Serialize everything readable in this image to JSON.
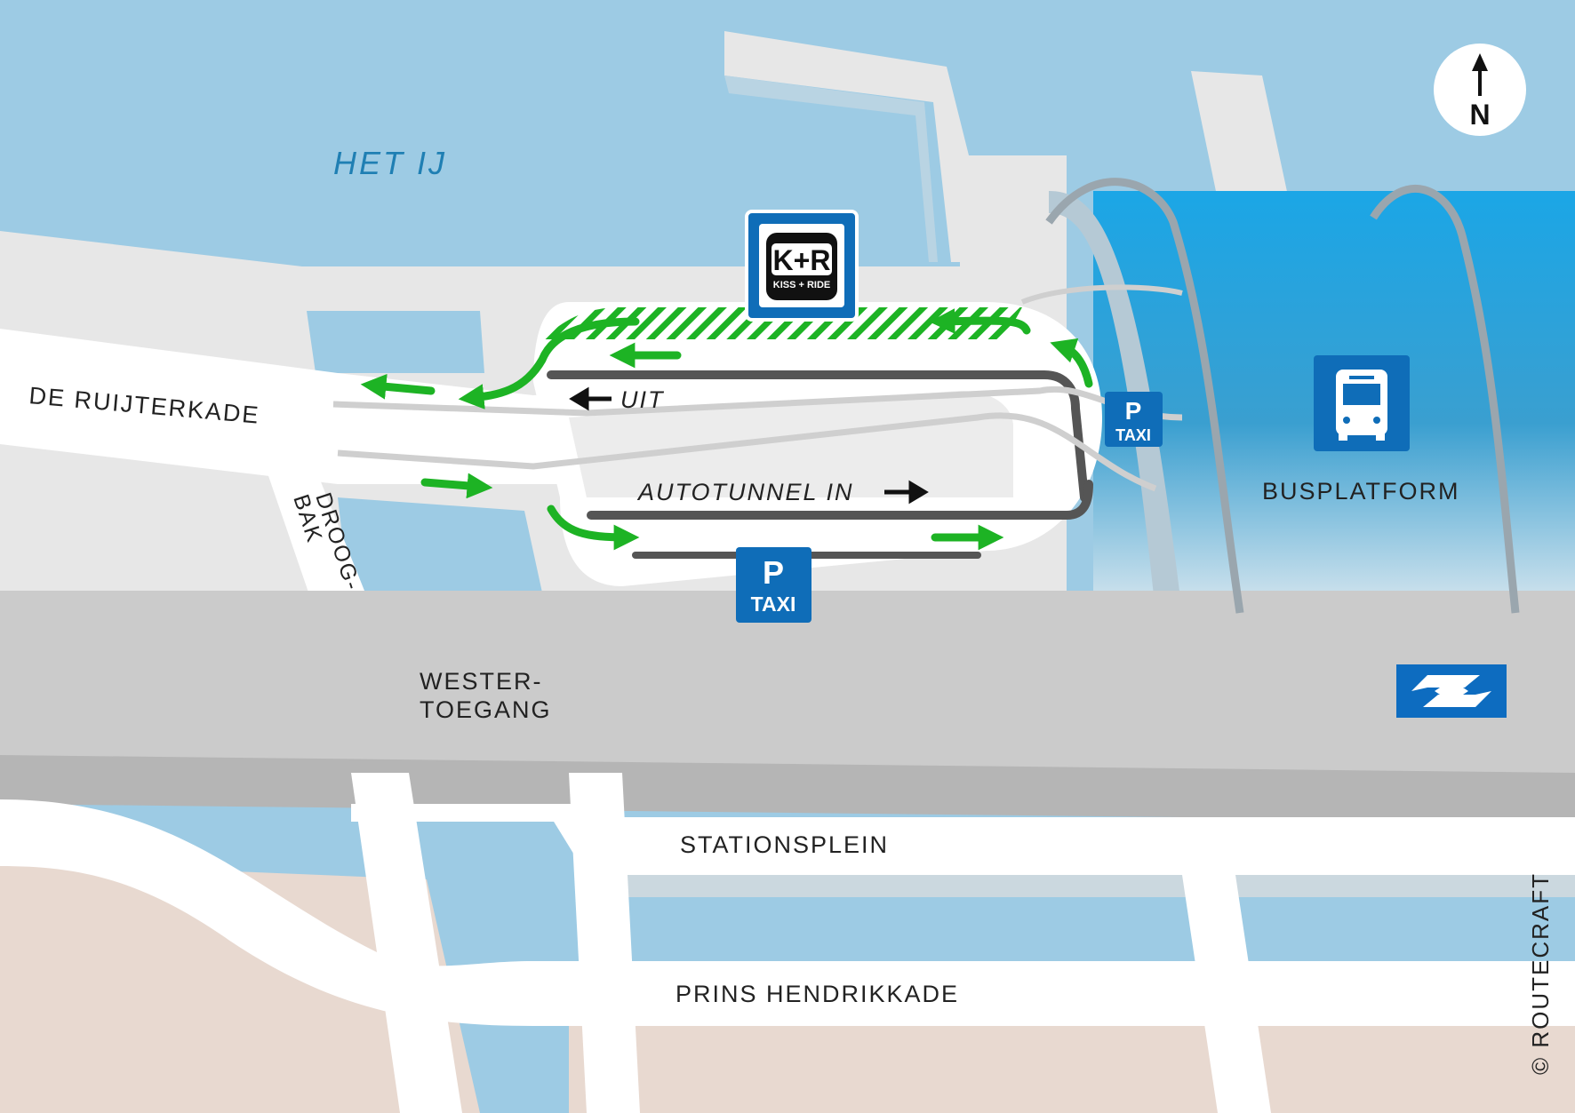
{
  "labels": {
    "water": "HET IJ",
    "ruijterkade": "DE RUIJTERKADE",
    "droogbak_1": "DROOG-",
    "droogbak_2": "BAK",
    "exit": "UIT",
    "tunnel_in": "AUTOTUNNEL IN",
    "bus_platform": "BUSPLATFORM",
    "westertoegang_1": "WESTER-",
    "westertoegang_2": "TOEGANG",
    "stationsplein": "STATIONSPLEIN",
    "prins_hendrikkade": "PRINS HENDRIKKADE",
    "copyright": "© ROUTECRAFT"
  },
  "signs": {
    "kiss_ride": {
      "main": "K+R",
      "sub": "KISS + RIDE"
    },
    "taxi_large": {
      "letter": "P",
      "text": "TAXI"
    },
    "taxi_small": {
      "letter": "P",
      "text": "TAXI"
    },
    "compass": "N"
  },
  "icons": [
    "kiss-ride-sign-icon",
    "taxi-parking-icon",
    "bus-icon",
    "ns-logo-icon",
    "north-arrow-icon",
    "direction-arrow-icon"
  ],
  "colors": {
    "water": "#9dcbe4",
    "land": "#e8d9d0",
    "road": "#ffffff",
    "station": "#cbcbcb",
    "quay": "#e7e7e7",
    "bus_blue": "#17a3e3",
    "sign_blue": "#0f6db8",
    "ns_blue": "#0d6cc0",
    "route_green": "#1db324",
    "water_label": "#1f7fb3"
  }
}
